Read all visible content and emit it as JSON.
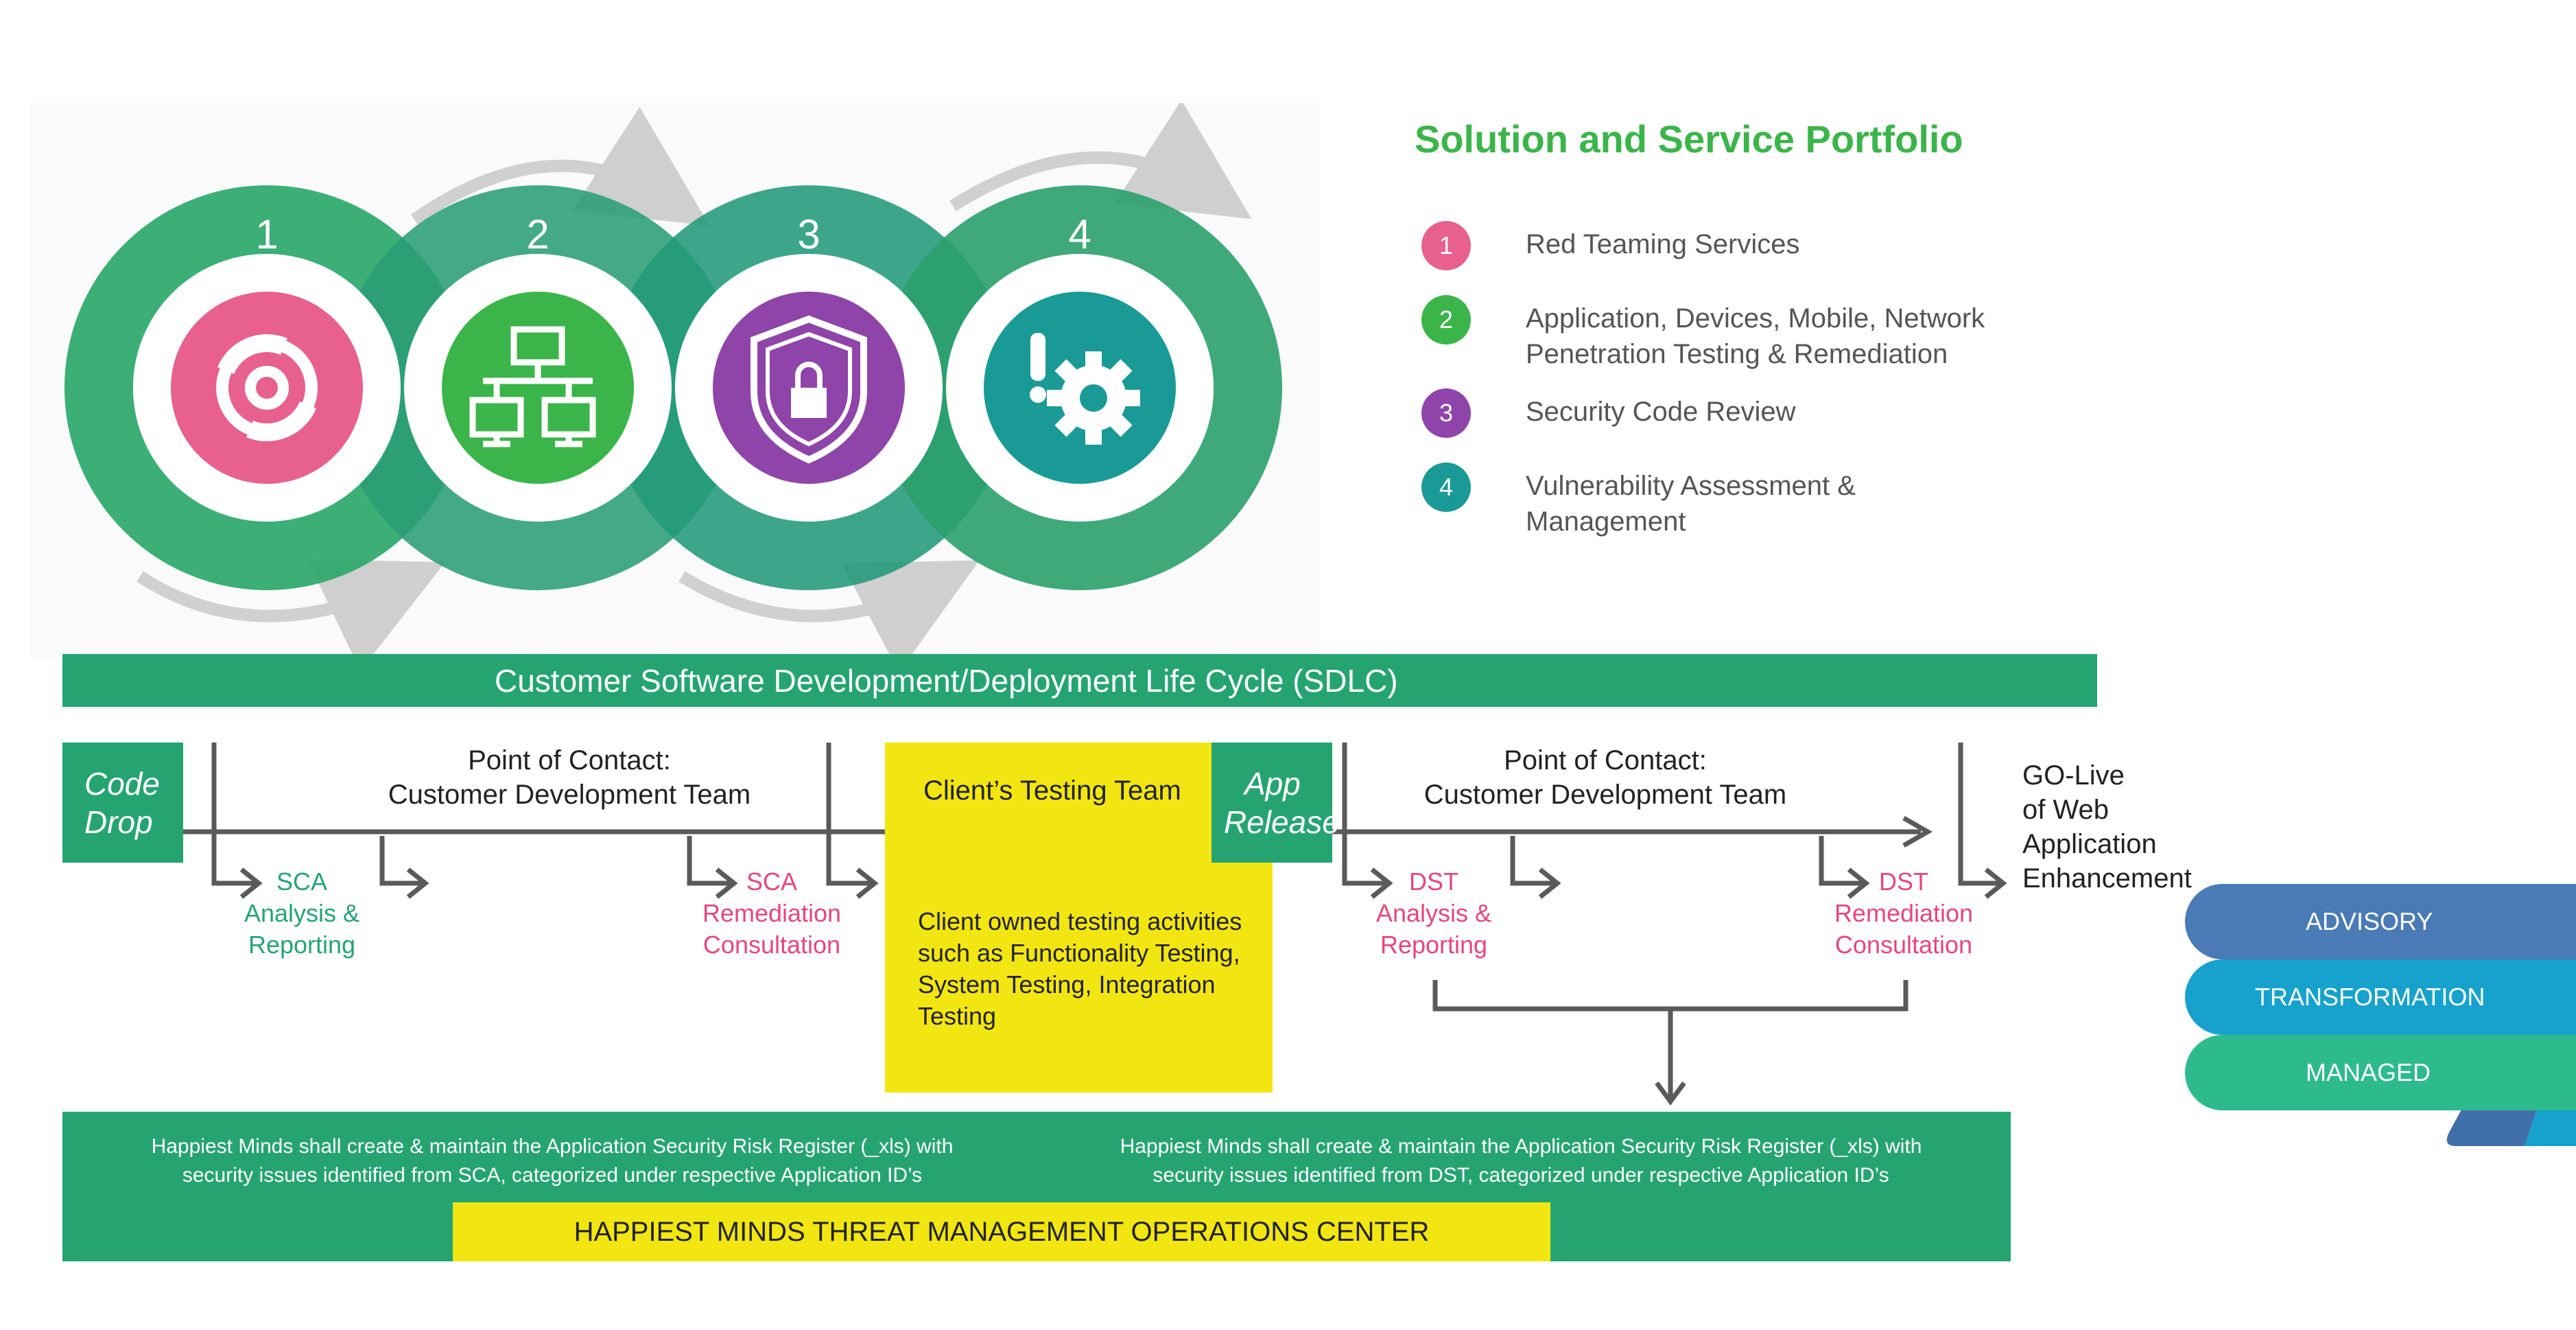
{
  "cycle": {
    "numbers": [
      "1",
      "2",
      "3",
      "4"
    ],
    "icons": [
      "refresh-cycle-icon",
      "network-icon",
      "shield-lock-icon",
      "alert-gear-icon"
    ],
    "colors": {
      "pink": "#e8608e",
      "green": "#3bb54a",
      "purple": "#8e44a8",
      "teal": "#1a9a96",
      "ring_green": "#3bb54a",
      "ring_teal": "#1f9b7e"
    }
  },
  "portfolio": {
    "title": "Solution and Service Portfolio",
    "items": [
      {
        "num": "1",
        "label": "Red Teaming Services",
        "color": "#e8608e"
      },
      {
        "num": "2",
        "label": "Application, Devices, Mobile, Network Penetration Testing & Remediation",
        "color": "#3bb54a"
      },
      {
        "num": "3",
        "label": "Security Code Review",
        "color": "#8e44a8"
      },
      {
        "num": "4",
        "label": "Vulnerability Assessment & Management",
        "color": "#1a9a96"
      }
    ]
  },
  "sdlc": {
    "title": "Customer Software Development/Deployment Life Cycle (SDLC)"
  },
  "flow": {
    "code_drop": [
      "Code",
      "Drop"
    ],
    "app_release": [
      "App",
      "Release"
    ],
    "poc_left": [
      "Point of Contact:",
      "Customer Development Team"
    ],
    "poc_right": [
      "Point of Contact:",
      "Customer Development Team"
    ],
    "client_team_title": "Client’s Testing Team",
    "client_team_desc": "Client owned testing activities such as Functionality Testing, System Testing, Integration Testing",
    "steps": {
      "sca_analysis": [
        "SCA",
        "Analysis &",
        "Reporting"
      ],
      "sca_remediation": [
        "SCA",
        "Remediation",
        "Consultation"
      ],
      "dst_analysis": [
        "DST",
        "Analysis &",
        "Reporting"
      ],
      "dst_remediation": [
        "DST",
        "Remediation",
        "Consultation"
      ]
    },
    "golive": [
      "GO-Live",
      "of Web",
      "Application",
      "Enhancement"
    ]
  },
  "bottom": {
    "register_sca": "Happiest Minds shall create & maintain the Application Security Risk Register (_xls) with security issues identified from SCA, categorized under respective Application ID’s",
    "register_dst": "Happiest Minds shall create & maintain the Application Security Risk Register (_xls) with security issues identified from DST, categorized under respective Application ID’s",
    "tmoc": "HAPPIEST MINDS THREAT MANAGEMENT OPERATIONS CENTER"
  },
  "service_stack": {
    "items": [
      {
        "label": "ADVISORY",
        "color": "#4a7bb7"
      },
      {
        "label": "TRANSFORMATION",
        "color": "#16a2cc"
      },
      {
        "label": "MANAGED",
        "color": "#2dbb8e"
      }
    ]
  }
}
